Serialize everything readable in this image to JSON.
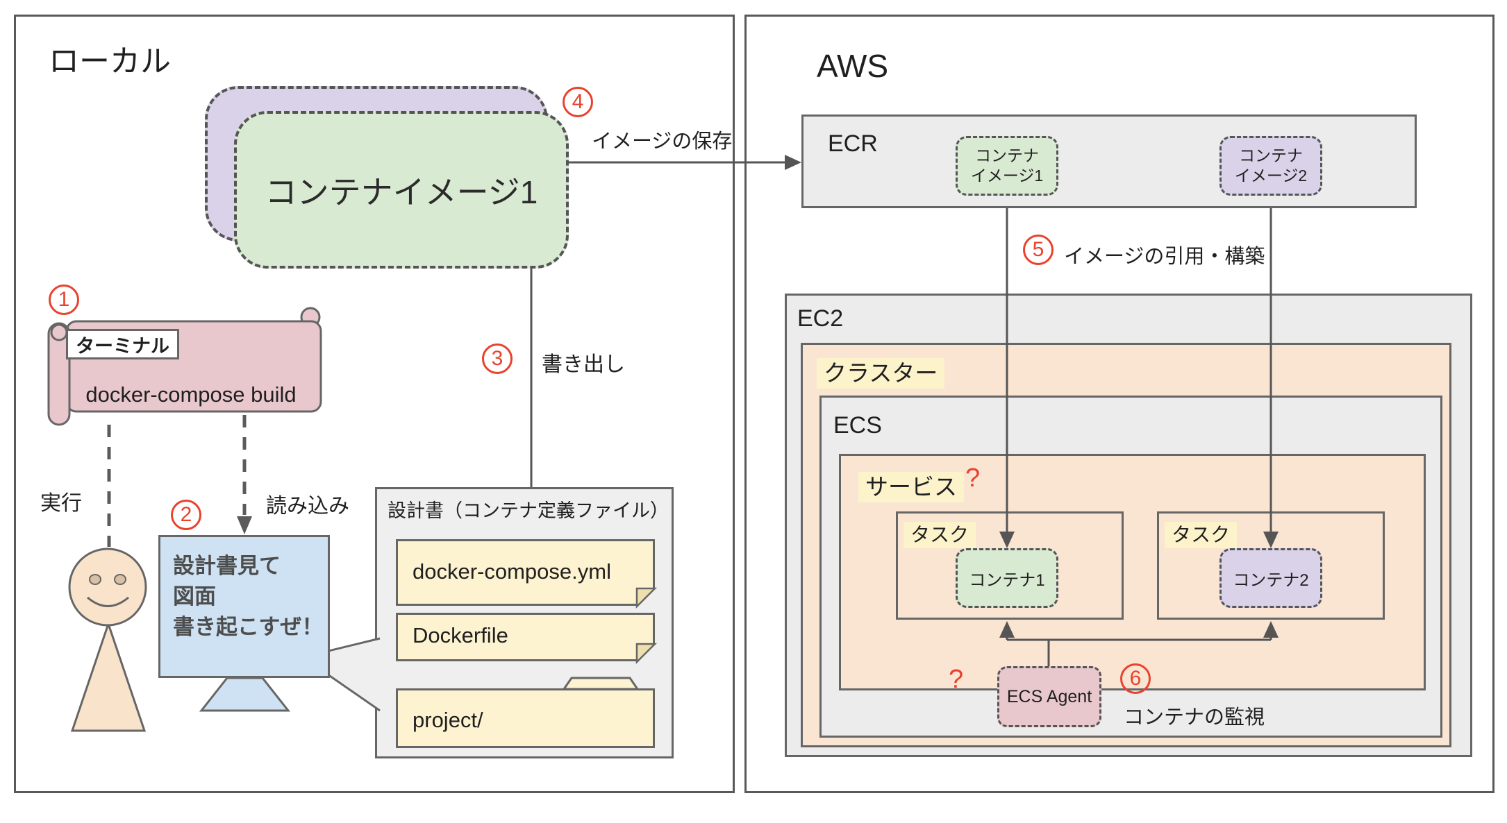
{
  "colors": {
    "accent_red": "#e8422e",
    "green_fill": "#d9ead3",
    "purple_fill": "#d9d2e9",
    "pink_fill": "#e9c8cd",
    "blue_fill": "#cfe2f3",
    "yellow_note_fill": "#fdf3d0",
    "peach_fill": "#fae5d2",
    "gray_fill": "#ececec",
    "label_highlight": "#fdf3cb",
    "border_gray": "#666666"
  },
  "local": {
    "title": "ローカル",
    "container_image1": "コンテナイメージ1",
    "steps": {
      "s1": "1",
      "s2": "2",
      "s3": "3",
      "s4": "4"
    },
    "save_image": "イメージの保存",
    "write_out": "書き出し",
    "execute": "実行",
    "load": "読み込み",
    "terminal": {
      "tab": "ターミナル",
      "command": "docker-compose build"
    },
    "monitor": {
      "line1": "設計書見て",
      "line2": "図面",
      "line3": "書き起こすぜ！"
    },
    "design_doc": {
      "title": "設計書（コンテナ定義ファイル）",
      "file1": "docker-compose.yml",
      "file2": "Dockerfile",
      "folder": "project/"
    }
  },
  "aws": {
    "title": "AWS",
    "ecr": {
      "label": "ECR",
      "image1_line1": "コンテナ",
      "image1_line2": "イメージ1",
      "image2_line1": "コンテナ",
      "image2_line2": "イメージ2"
    },
    "steps": {
      "s5": "5",
      "s6": "6"
    },
    "pull_label": "イメージの引用・構築",
    "ec2": "EC2",
    "cluster": "クラスター",
    "ecs": "ECS",
    "service": "サービス",
    "task": "タスク",
    "container1": "コンテナ1",
    "container2": "コンテナ2",
    "agent": "ECS Agent",
    "watch_label": "コンテナの監視",
    "question_mark": "?"
  }
}
